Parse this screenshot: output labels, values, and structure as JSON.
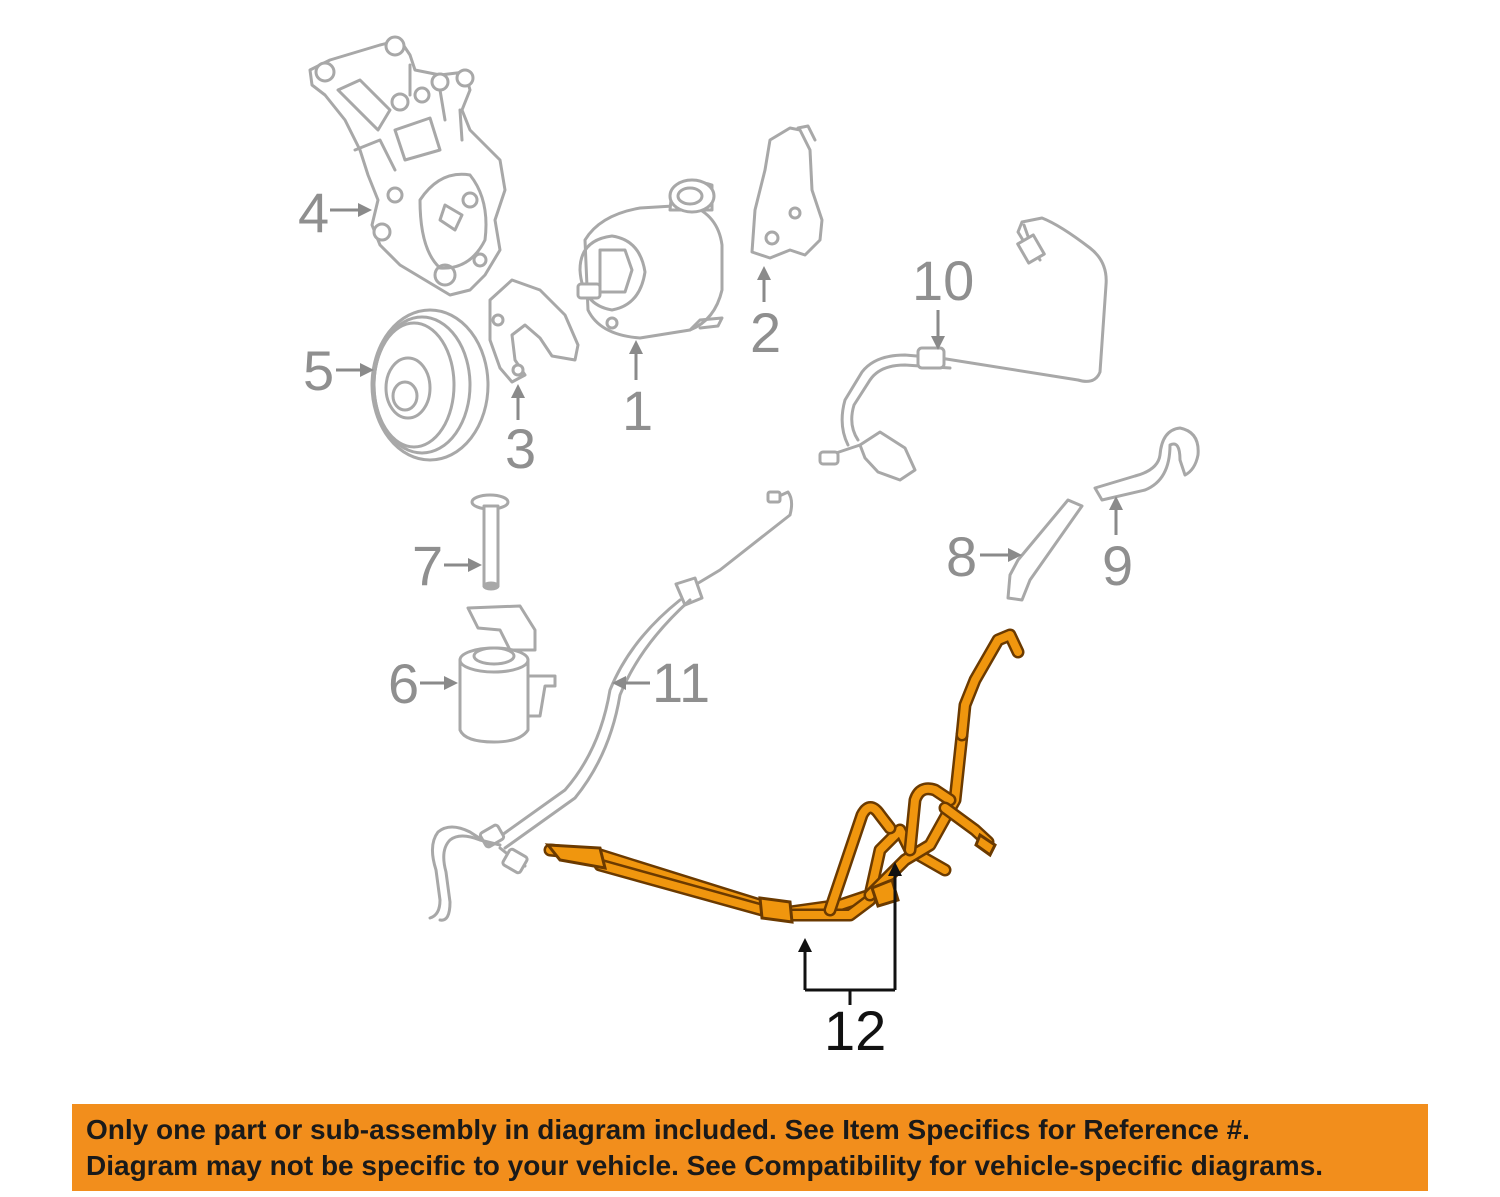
{
  "callouts": {
    "c1": "1",
    "c2": "2",
    "c3": "3",
    "c4": "4",
    "c5": "5",
    "c6": "6",
    "c7": "7",
    "c8": "8",
    "c9": "9",
    "c10": "10",
    "c11": "11",
    "c12": "12"
  },
  "notice": {
    "line1": "Only one part or sub-assembly in diagram included. See Item Specifics for Reference #.",
    "line2": "Diagram may not be specific to your vehicle. See Compatibility for vehicle-specific diagrams."
  },
  "colors": {
    "banner": "#f28e1c",
    "highlight_part": "#f0960e",
    "line_art": "#a8a8a8"
  }
}
